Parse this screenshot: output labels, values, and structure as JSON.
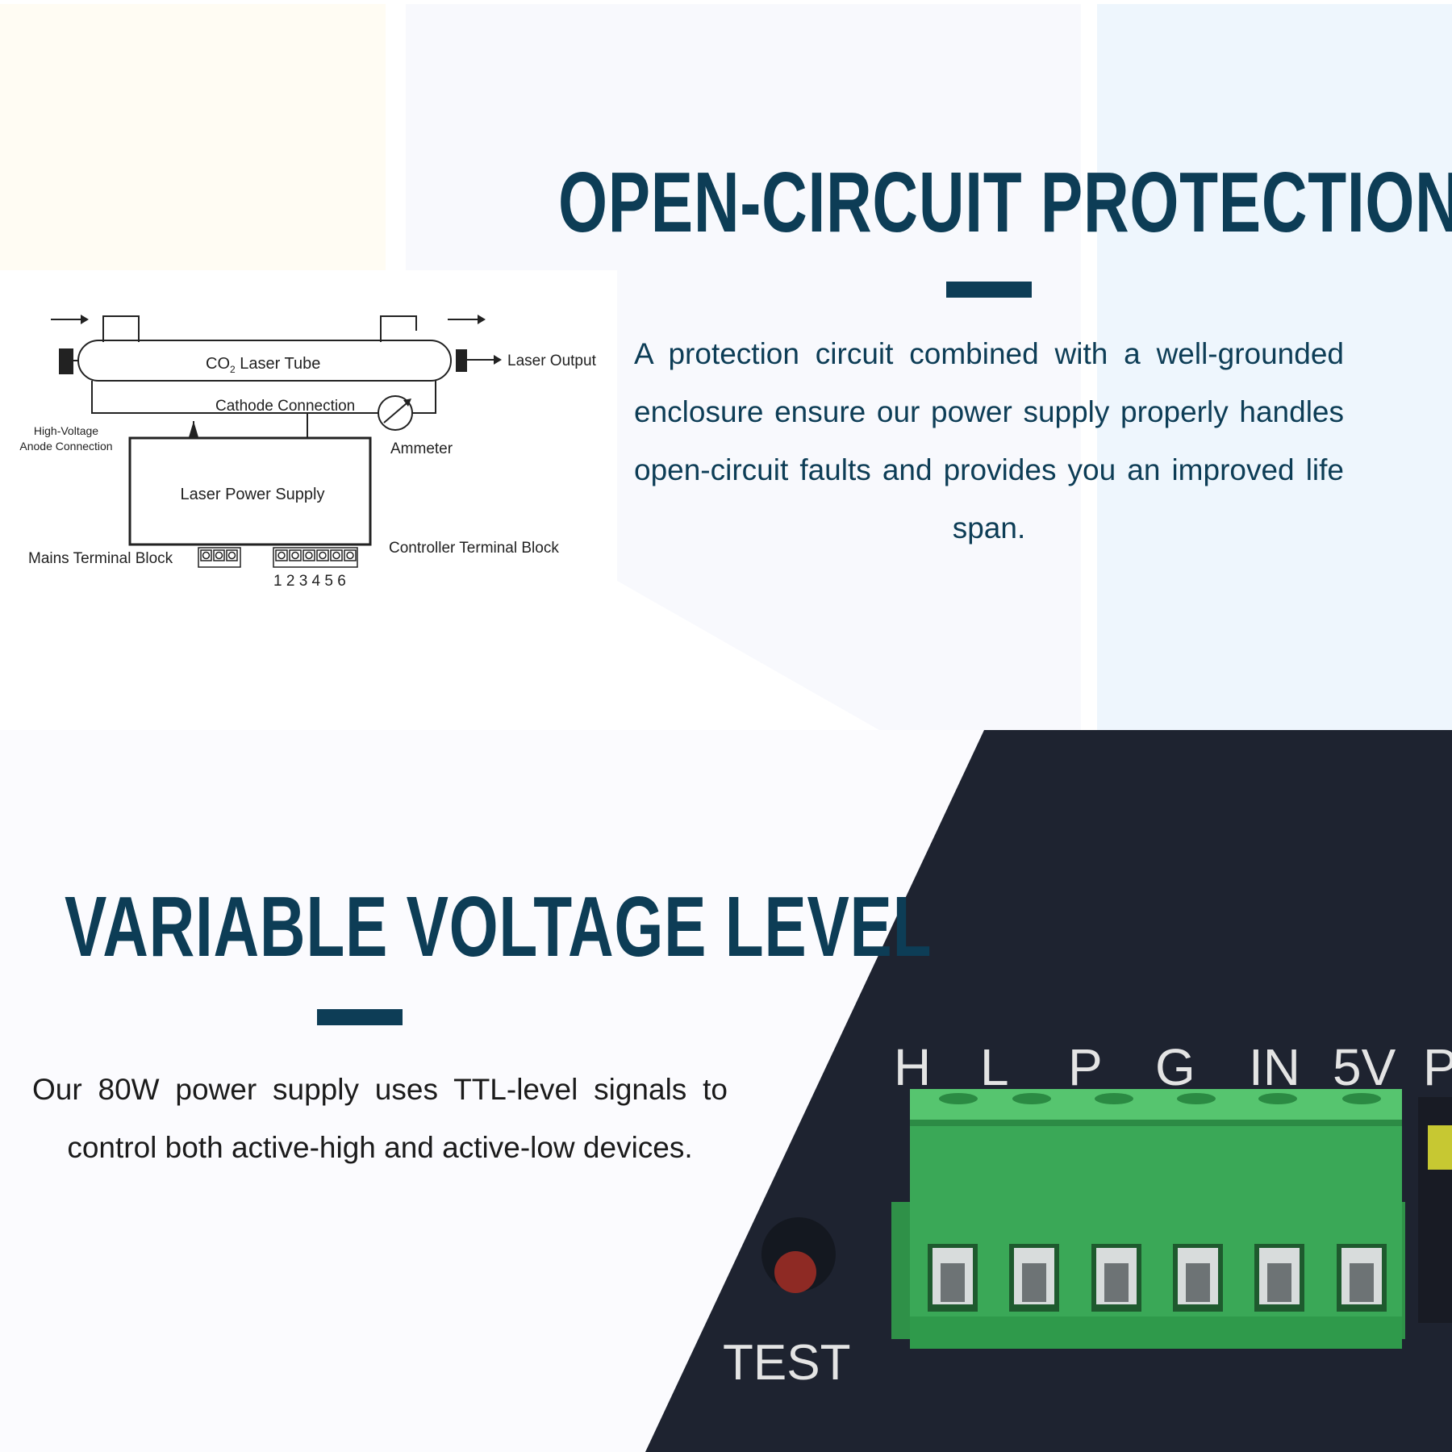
{
  "section_top": {
    "title": "OPEN-CIRCUIT PROTECTION",
    "description": "A protection circuit combined with a well-grounded enclosure ensure our power supply properly handles open-circuit faults and provides you an improved life span."
  },
  "diagram": {
    "laser_tube": "CO",
    "laser_tube_subscript": "2",
    "laser_tube_rest": " Laser Tube",
    "laser_output": "Laser Output",
    "cathode": "Cathode Connection",
    "anode_line1": "High-Voltage",
    "anode_line2": "Anode Connection",
    "ammeter": "Ammeter",
    "power_supply": "Laser Power Supply",
    "mains_block": "Mains Terminal Block",
    "controller_block": "Controller Terminal Block",
    "terminal_numbers": "1 2 3 4 5 6"
  },
  "section_bottom": {
    "title": "VARIABLE VOLTAGE LEVEL",
    "description": "Our 80W power supply uses TTL-level signals to control both active-high and active-low devices."
  },
  "photo": {
    "terminal_labels": [
      "H",
      "L",
      "P",
      "G",
      "IN",
      "5V",
      "P"
    ],
    "test_label": "TEST"
  },
  "colors": {
    "accent_navy": "#0d3d56",
    "panel_dark": "#1e2330",
    "terminal_green": "#3fae5c",
    "test_button_red": "#8e2a24"
  }
}
